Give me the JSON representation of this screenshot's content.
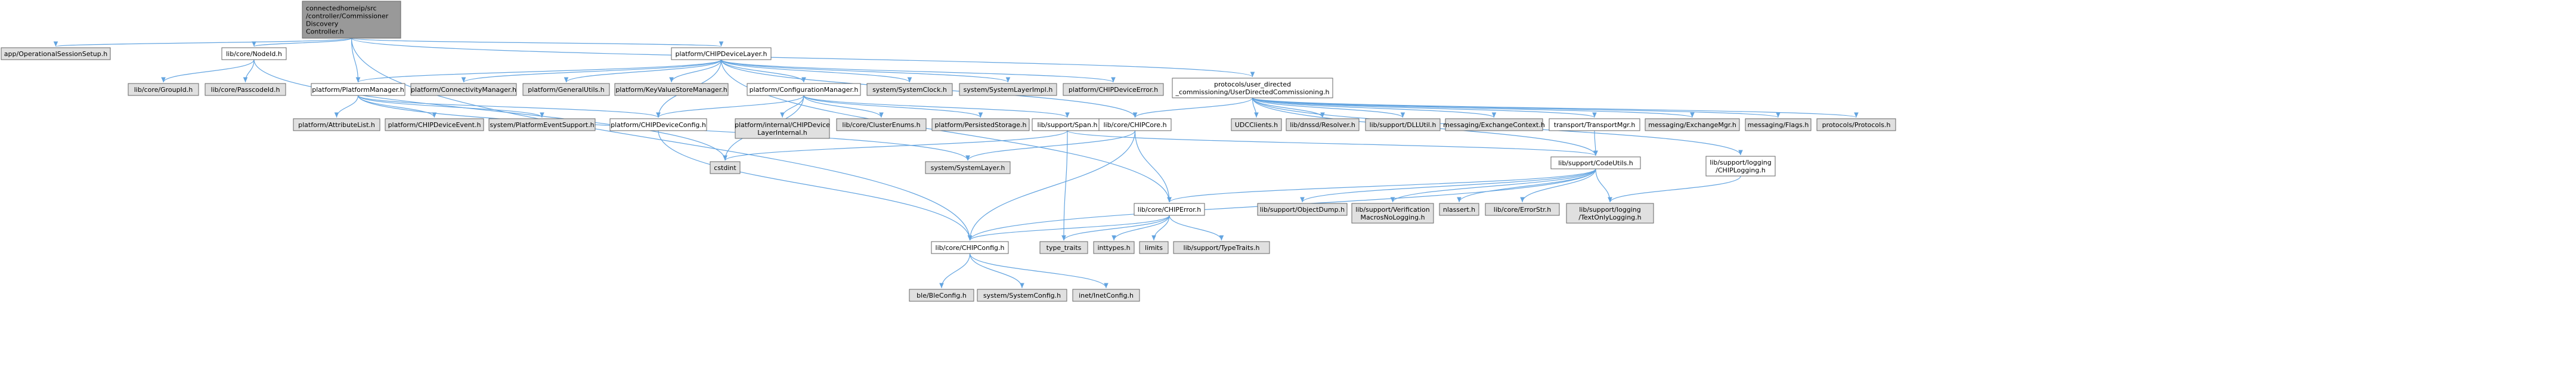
{
  "colors": {
    "root_fill": "#999999",
    "normal_fill": "#ffffff",
    "external_fill": "#e0e0e0",
    "border": "#666666",
    "missing_border": "#ff0000",
    "edge": "#63a4e0"
  },
  "nodes": [
    {
      "id": "root",
      "lines": [
        "connectedhomeip/src",
        "/controller/Commissioner",
        "Discovery",
        "Controller.h"
      ],
      "kind": "root"
    },
    {
      "id": "opsess",
      "lines": [
        "app/OperationalSessionSetup.h"
      ],
      "kind": "external"
    },
    {
      "id": "nodeid",
      "lines": [
        "lib/core/NodeId.h"
      ],
      "kind": "normal"
    },
    {
      "id": "groupid",
      "lines": [
        "lib/core/GroupId.h"
      ],
      "kind": "external"
    },
    {
      "id": "passcodeid",
      "lines": [
        "lib/core/PasscodeId.h"
      ],
      "kind": "external"
    },
    {
      "id": "devlayer",
      "lines": [
        "platform/CHIPDeviceLayer.h"
      ],
      "kind": "normal"
    },
    {
      "id": "platmgr",
      "lines": [
        "platform/PlatformManager.h"
      ],
      "kind": "normal"
    },
    {
      "id": "attrlist",
      "lines": [
        "platform/AttributeList.h"
      ],
      "kind": "external"
    },
    {
      "id": "devevent",
      "lines": [
        "platform/CHIPDeviceEvent.h"
      ],
      "kind": "external"
    },
    {
      "id": "sysplatevent",
      "lines": [
        "system/PlatformEventSupport.h"
      ],
      "kind": "external"
    },
    {
      "id": "connmgr",
      "lines": [
        "platform/ConnectivityManager.h"
      ],
      "kind": "external"
    },
    {
      "id": "genutils",
      "lines": [
        "platform/GeneralUtils.h"
      ],
      "kind": "external"
    },
    {
      "id": "kvsmgr",
      "lines": [
        "platform/KeyValueStoreManager.h"
      ],
      "kind": "external"
    },
    {
      "id": "cfgmgr",
      "lines": [
        "platform/ConfigurationManager.h"
      ],
      "kind": "normal"
    },
    {
      "id": "devcfg",
      "lines": [
        "platform/CHIPDeviceConfig.h"
      ],
      "kind": "normal"
    },
    {
      "id": "devlayerint",
      "lines": [
        "platform/internal/CHIPDevice",
        "LayerInternal.h"
      ],
      "kind": "external"
    },
    {
      "id": "clusterenums",
      "lines": [
        "lib/core/ClusterEnums.h"
      ],
      "kind": "external"
    },
    {
      "id": "persist",
      "lines": [
        "platform/PersistedStorage.h"
      ],
      "kind": "external"
    },
    {
      "id": "span",
      "lines": [
        "lib/support/Span.h"
      ],
      "kind": "missing"
    },
    {
      "id": "sysclock",
      "lines": [
        "system/SystemClock.h"
      ],
      "kind": "external"
    },
    {
      "id": "syslayerimpl",
      "lines": [
        "system/SystemLayerImpl.h"
      ],
      "kind": "external"
    },
    {
      "id": "deverror",
      "lines": [
        "platform/CHIPDeviceError.h"
      ],
      "kind": "external"
    },
    {
      "id": "chipcore",
      "lines": [
        "lib/core/CHIPCore.h"
      ],
      "kind": "normal"
    },
    {
      "id": "cstdint",
      "lines": [
        "cstdint"
      ],
      "kind": "external"
    },
    {
      "id": "syslayer",
      "lines": [
        "system/SystemLayer.h"
      ],
      "kind": "external"
    },
    {
      "id": "udc",
      "lines": [
        "protocols/user_directed",
        "_commissioning/UserDirectedCommissioning.h"
      ],
      "kind": "normal"
    },
    {
      "id": "udcclients",
      "lines": [
        "UDCClients.h"
      ],
      "kind": "external"
    },
    {
      "id": "resolver",
      "lines": [
        "lib/dnssd/Resolver.h"
      ],
      "kind": "external"
    },
    {
      "id": "dllutil",
      "lines": [
        "lib/support/DLLUtil.h"
      ],
      "kind": "external"
    },
    {
      "id": "exctx",
      "lines": [
        "messaging/ExchangeContext.h"
      ],
      "kind": "external"
    },
    {
      "id": "transport",
      "lines": [
        "transport/TransportMgr.h"
      ],
      "kind": "missing"
    },
    {
      "id": "exmgr",
      "lines": [
        "messaging/ExchangeMgr.h"
      ],
      "kind": "external"
    },
    {
      "id": "msgflags",
      "lines": [
        "messaging/Flags.h"
      ],
      "kind": "external"
    },
    {
      "id": "protocols",
      "lines": [
        "protocols/Protocols.h"
      ],
      "kind": "external"
    },
    {
      "id": "codeutils",
      "lines": [
        "lib/support/CodeUtils.h"
      ],
      "kind": "normal"
    },
    {
      "id": "chiplogging",
      "lines": [
        "lib/support/logging",
        "/CHIPLogging.h"
      ],
      "kind": "missing"
    },
    {
      "id": "chiperror",
      "lines": [
        "lib/core/CHIPError.h"
      ],
      "kind": "normal"
    },
    {
      "id": "objdump",
      "lines": [
        "lib/support/ObjectDump.h"
      ],
      "kind": "external"
    },
    {
      "id": "verifmacros",
      "lines": [
        "lib/support/Verification",
        "MacrosNoLogging.h"
      ],
      "kind": "external"
    },
    {
      "id": "nlassert",
      "lines": [
        "nlassert.h"
      ],
      "kind": "external"
    },
    {
      "id": "errorstr",
      "lines": [
        "lib/core/ErrorStr.h"
      ],
      "kind": "external"
    },
    {
      "id": "textonly",
      "lines": [
        "lib/support/logging",
        "/TextOnlyLogging.h"
      ],
      "kind": "external"
    },
    {
      "id": "chipconfig",
      "lines": [
        "lib/core/CHIPConfig.h"
      ],
      "kind": "normal"
    },
    {
      "id": "typetraits",
      "lines": [
        "type_traits"
      ],
      "kind": "external"
    },
    {
      "id": "inttypes",
      "lines": [
        "inttypes.h"
      ],
      "kind": "external"
    },
    {
      "id": "limits",
      "lines": [
        "limits"
      ],
      "kind": "external"
    },
    {
      "id": "suptypetraits",
      "lines": [
        "lib/support/TypeTraits.h"
      ],
      "kind": "external"
    },
    {
      "id": "bleconfig",
      "lines": [
        "ble/BleConfig.h"
      ],
      "kind": "external"
    },
    {
      "id": "sysconfig",
      "lines": [
        "system/SystemConfig.h"
      ],
      "kind": "external"
    },
    {
      "id": "inetconfig",
      "lines": [
        "inet/InetConfig.h"
      ],
      "kind": "external"
    }
  ],
  "edges": [
    [
      "root",
      "opsess"
    ],
    [
      "root",
      "nodeid"
    ],
    [
      "root",
      "devlayer"
    ],
    [
      "root",
      "udc"
    ],
    [
      "root",
      "platmgr"
    ],
    [
      "root",
      "chipconfig"
    ],
    [
      "nodeid",
      "groupid"
    ],
    [
      "nodeid",
      "passcodeid"
    ],
    [
      "nodeid",
      "cstdint"
    ],
    [
      "devlayer",
      "platmgr"
    ],
    [
      "devlayer",
      "connmgr"
    ],
    [
      "devlayer",
      "genutils"
    ],
    [
      "devlayer",
      "kvsmgr"
    ],
    [
      "devlayer",
      "cfgmgr"
    ],
    [
      "devlayer",
      "sysclock"
    ],
    [
      "devlayer",
      "syslayerimpl"
    ],
    [
      "devlayer",
      "deverror"
    ],
    [
      "devlayer",
      "chipcore"
    ],
    [
      "devlayer",
      "devcfg"
    ],
    [
      "devlayer",
      "chiperror"
    ],
    [
      "platmgr",
      "attrlist"
    ],
    [
      "platmgr",
      "devevent"
    ],
    [
      "platmgr",
      "sysplatevent"
    ],
    [
      "platmgr",
      "devcfg"
    ],
    [
      "platmgr",
      "syslayer"
    ],
    [
      "cfgmgr",
      "devcfg"
    ],
    [
      "cfgmgr",
      "devlayerint"
    ],
    [
      "cfgmgr",
      "clusterenums"
    ],
    [
      "cfgmgr",
      "persist"
    ],
    [
      "cfgmgr",
      "span"
    ],
    [
      "cfgmgr",
      "cstdint"
    ],
    [
      "devcfg",
      "chipconfig"
    ],
    [
      "span",
      "cstdint"
    ],
    [
      "span",
      "typetraits"
    ],
    [
      "span",
      "codeutils"
    ],
    [
      "chipcore",
      "chipconfig"
    ],
    [
      "chipcore",
      "chiperror"
    ],
    [
      "chipcore",
      "syslayer"
    ],
    [
      "udc",
      "chipcore"
    ],
    [
      "udc",
      "udcclients"
    ],
    [
      "udc",
      "resolver"
    ],
    [
      "udc",
      "dllutil"
    ],
    [
      "udc",
      "exctx"
    ],
    [
      "udc",
      "transport"
    ],
    [
      "udc",
      "exmgr"
    ],
    [
      "udc",
      "msgflags"
    ],
    [
      "udc",
      "protocols"
    ],
    [
      "udc",
      "codeutils"
    ],
    [
      "udc",
      "chiplogging"
    ],
    [
      "transport",
      "codeutils"
    ],
    [
      "codeutils",
      "chiperror"
    ],
    [
      "codeutils",
      "chipconfig"
    ],
    [
      "codeutils",
      "objdump"
    ],
    [
      "codeutils",
      "verifmacros"
    ],
    [
      "codeutils",
      "nlassert"
    ],
    [
      "codeutils",
      "errorstr"
    ],
    [
      "codeutils",
      "textonly"
    ],
    [
      "chiplogging",
      "textonly"
    ],
    [
      "chiperror",
      "chipconfig"
    ],
    [
      "chiperror",
      "typetraits"
    ],
    [
      "chiperror",
      "inttypes"
    ],
    [
      "chiperror",
      "limits"
    ],
    [
      "chiperror",
      "suptypetraits"
    ],
    [
      "chipconfig",
      "bleconfig"
    ],
    [
      "chipconfig",
      "sysconfig"
    ],
    [
      "chipconfig",
      "inetconfig"
    ]
  ]
}
